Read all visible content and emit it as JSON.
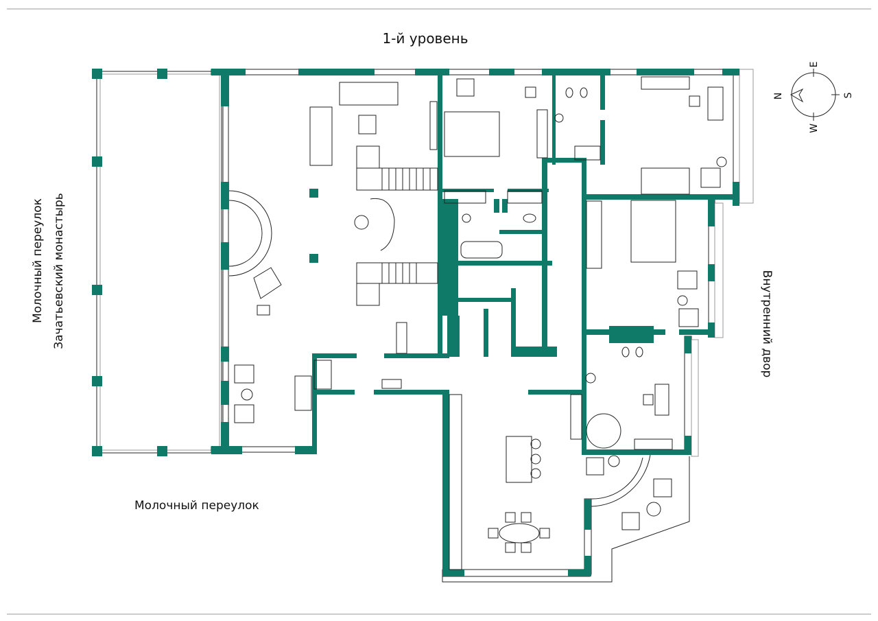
{
  "title": "1-й уровень",
  "labels": {
    "left_street": "Молочный переулок",
    "left_monastery": "Зачатьевский монастырь",
    "bottom_street": "Молочный переулок",
    "right_courtyard": "Внутренний двор"
  },
  "compass": {
    "north": "N",
    "east": "E",
    "south": "S",
    "west": "W"
  },
  "colors": {
    "wall": "#0e7a67",
    "line": "#222222"
  }
}
